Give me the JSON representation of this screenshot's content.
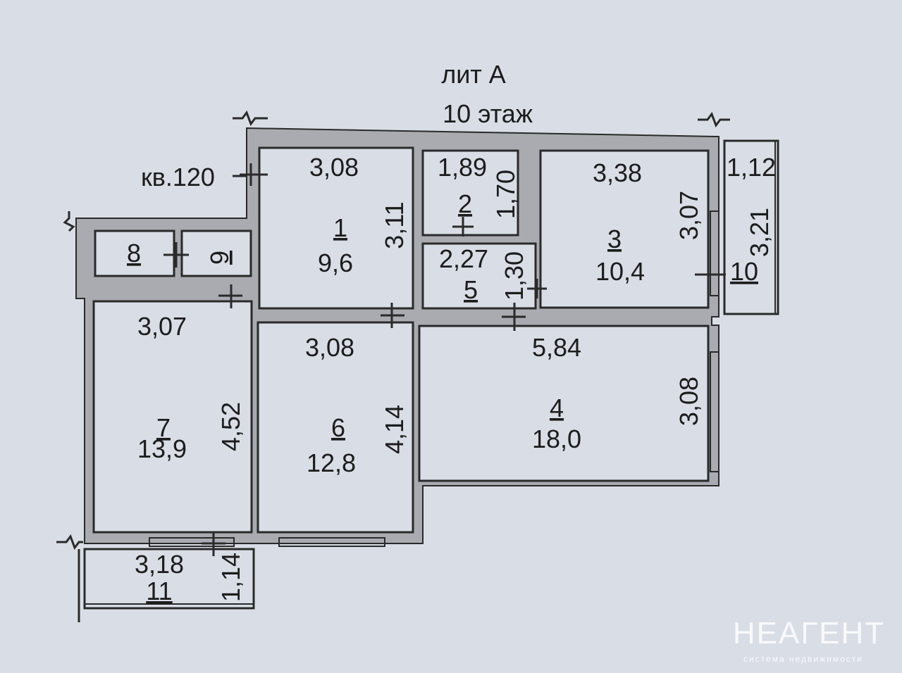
{
  "header": {
    "building": "лит А",
    "floor": "10 этаж"
  },
  "apartment_label": "кв.120",
  "rooms": [
    {
      "number": "1",
      "area": "9,6",
      "width": "3,08",
      "length": "3,11"
    },
    {
      "number": "2",
      "width": "1,89",
      "length": "1,70"
    },
    {
      "number": "3",
      "area": "10,4",
      "width": "3,38",
      "length": "3,07"
    },
    {
      "number": "4",
      "area": "18,0",
      "width": "5,84",
      "length": "3,08"
    },
    {
      "number": "5",
      "width": "2,27",
      "length": "1,30"
    },
    {
      "number": "6",
      "area": "12,8",
      "width": "3,08",
      "length": "4,14"
    },
    {
      "number": "7",
      "area": "13,9",
      "width": "3,07",
      "length": "4,52"
    },
    {
      "number": "8"
    },
    {
      "number": "9"
    },
    {
      "number": "10",
      "width": "1,12",
      "length": "3,21"
    },
    {
      "number": "11",
      "width": "3,18",
      "length": "1,14"
    }
  ],
  "watermark": {
    "title": "НЕАГЕНТ",
    "subtitle": "система недвижимости"
  }
}
